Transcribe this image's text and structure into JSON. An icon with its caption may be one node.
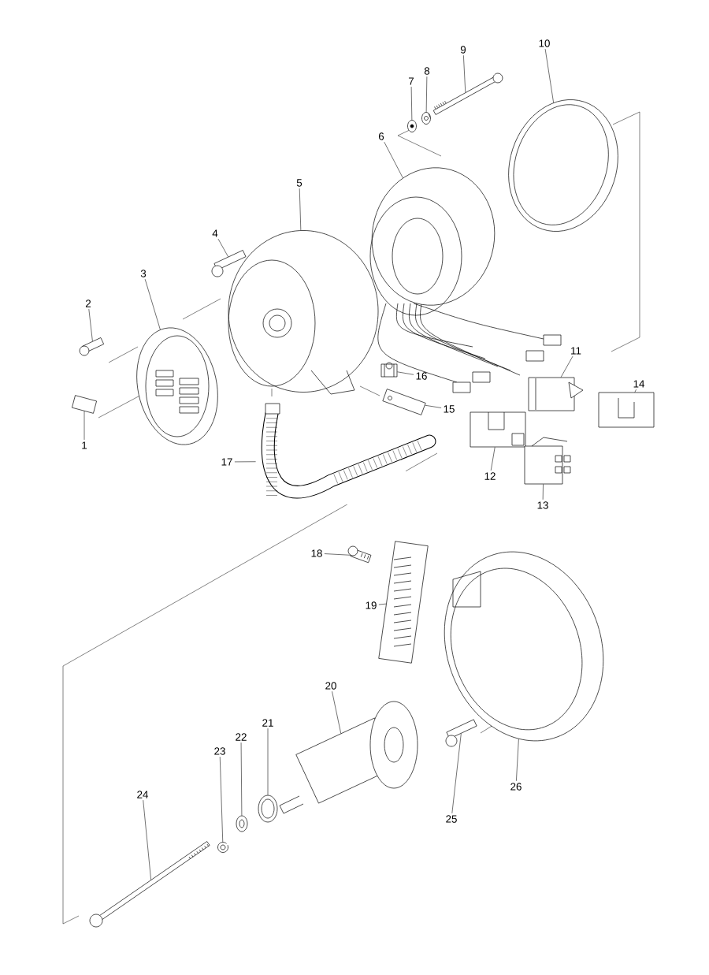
{
  "diagram": {
    "nodes": [
      {
        "text": [
          "1"
        ]
      },
      {
        "text": [
          "2"
        ]
      },
      {
        "text": [
          "3"
        ]
      },
      {
        "text": [
          "4"
        ]
      },
      {
        "text": [
          "5"
        ]
      },
      {
        "text": [
          "6"
        ]
      },
      {
        "text": [
          "7"
        ]
      },
      {
        "text": [
          "8"
        ]
      },
      {
        "text": [
          "9"
        ]
      },
      {
        "text": [
          "10"
        ]
      },
      {
        "text": [
          "11"
        ]
      },
      {
        "text": [
          "12"
        ]
      },
      {
        "text": [
          "13"
        ]
      },
      {
        "text": [
          "14"
        ]
      },
      {
        "text": [
          "15"
        ]
      },
      {
        "text": [
          "16"
        ]
      },
      {
        "text": [
          "17"
        ]
      },
      {
        "text": [
          "18"
        ]
      },
      {
        "text": [
          "19"
        ]
      },
      {
        "text": [
          "20"
        ]
      },
      {
        "text": [
          "21"
        ]
      },
      {
        "text": [
          "22"
        ]
      },
      {
        "text": [
          "23"
        ]
      },
      {
        "text": [
          "24"
        ]
      },
      {
        "text": [
          "25"
        ]
      },
      {
        "text": [
          "26"
        ]
      },
      {
        "text": [],
        "shape": "picture"
      },
      {
        "text": [],
        "shape": "picture"
      },
      {
        "text": [],
        "shape": "picture"
      },
      {
        "text": [],
        "shape": "picture"
      },
      {
        "text": [],
        "shape": "picture"
      },
      {
        "text": [],
        "shape": "picture"
      },
      {
        "text": [],
        "shape": "picture"
      },
      {
        "text": [],
        "shape": "picture"
      },
      {
        "text": [],
        "shape": "picture"
      },
      {
        "text": [],
        "shape": "picture"
      },
      {
        "text": [],
        "shape": "picture"
      },
      {
        "text": [],
        "shape": "picture"
      },
      {
        "text": [],
        "shape": "picture"
      },
      {
        "text": [],
        "shape": "picture"
      },
      {
        "text": [],
        "shape": "picture"
      },
      {
        "text": [],
        "shape": "picture"
      },
      {
        "text": [],
        "shape": "picture"
      },
      {
        "text": [],
        "shape": "picture"
      },
      {
        "text": [],
        "shape": "picture"
      },
      {
        "text": [],
        "shape": "picture"
      },
      {
        "text": [],
        "shape": "picture"
      },
      {
        "text": [],
        "shape": "picture"
      },
      {
        "text": [],
        "shape": "picture"
      },
      {
        "text": [],
        "shape": "picture"
      },
      {
        "text": [],
        "shape": "picture"
      },
      {
        "text": [],
        "shape": "picture"
      }
    ],
    "edges": [
      {
        "from": 0,
        "to": 26,
        "arrow": "none"
      },
      {
        "from": 1,
        "to": 27,
        "arrow": "none"
      },
      {
        "from": 2,
        "to": 28,
        "arrow": "none"
      },
      {
        "from": 3,
        "to": 29,
        "arrow": "none"
      },
      {
        "from": 4,
        "to": 30,
        "arrow": "none"
      },
      {
        "from": 5,
        "to": 31,
        "arrow": "none"
      },
      {
        "from": 6,
        "to": 32,
        "arrow": "none"
      },
      {
        "from": 7,
        "to": 33,
        "arrow": "none"
      },
      {
        "from": 8,
        "to": 34,
        "arrow": "none"
      },
      {
        "from": 9,
        "to": 35,
        "arrow": "none"
      },
      {
        "from": 10,
        "to": 36,
        "arrow": "none"
      },
      {
        "from": 11,
        "to": 37,
        "arrow": "none"
      },
      {
        "from": 12,
        "to": 38,
        "arrow": "none"
      },
      {
        "from": 13,
        "to": 39,
        "arrow": "none"
      },
      {
        "from": 14,
        "to": 40,
        "arrow": "none"
      },
      {
        "from": 15,
        "to": 41,
        "arrow": "none"
      },
      {
        "from": 16,
        "to": 42,
        "arrow": "none"
      },
      {
        "from": 17,
        "to": 43,
        "arrow": "none"
      },
      {
        "from": 18,
        "to": 44,
        "arrow": "none"
      },
      {
        "from": 19,
        "to": 45,
        "arrow": "none"
      },
      {
        "from": 20,
        "to": 46,
        "arrow": "none"
      },
      {
        "from": 21,
        "to": 47,
        "arrow": "none"
      },
      {
        "from": 22,
        "to": 48,
        "arrow": "none"
      },
      {
        "from": 23,
        "to": 49,
        "arrow": "none"
      },
      {
        "from": 24,
        "to": 50,
        "arrow": "none"
      },
      {
        "from": 25,
        "to": 51,
        "arrow": "none"
      }
    ]
  }
}
